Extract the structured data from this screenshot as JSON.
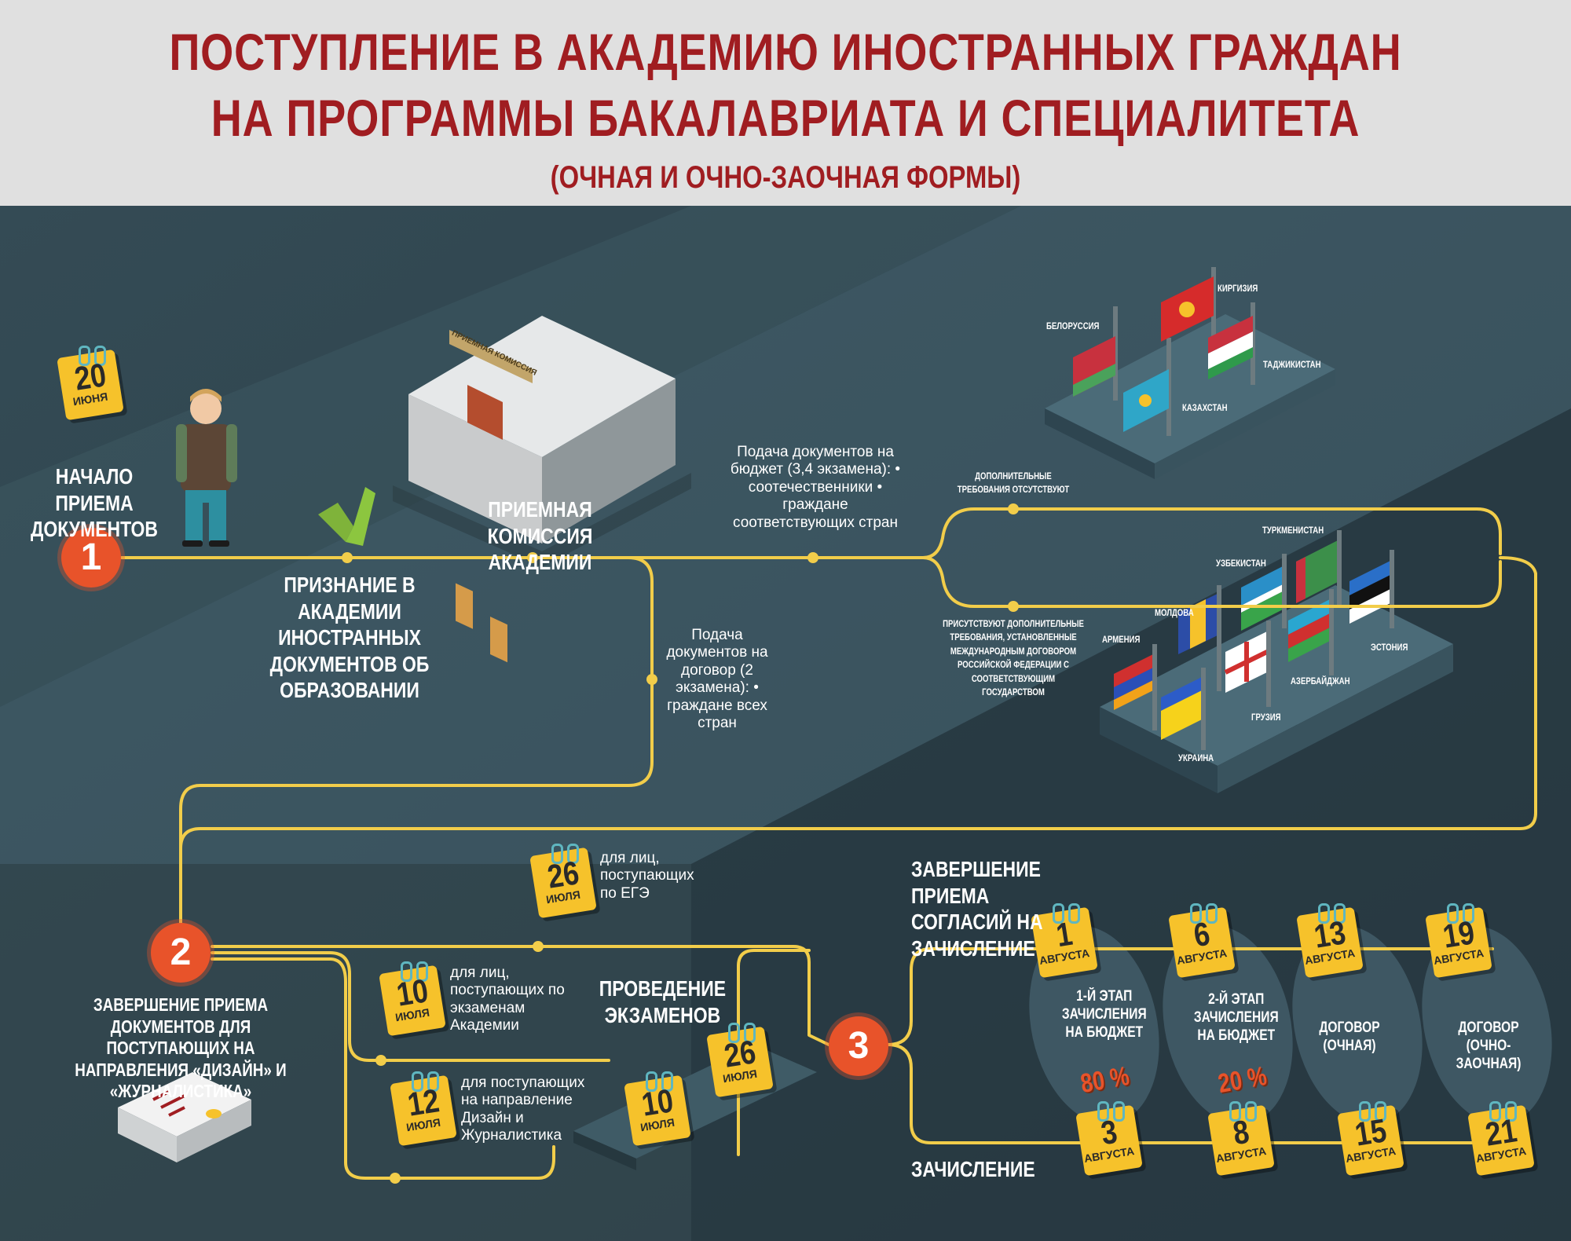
{
  "title": {
    "line1": "ПОСТУПЛЕНИЕ В АКАДЕМИЮ ИНОСТРАННЫХ ГРАЖДАН",
    "line2": "НА ПРОГРАММЫ БАКАЛАВРИАТА И СПЕЦИАЛИТЕТА",
    "line3": "(ОЧНАЯ И ОЧНО-ЗАОЧНАЯ ФОРМЫ)"
  },
  "colors": {
    "accent": "#a01d21",
    "path": "#f2cd4a",
    "step": "#e8532a",
    "calendar": "#f6c22b",
    "background": "#2f434d"
  },
  "steps": {
    "s1": "1",
    "s2": "2",
    "s3": "3"
  },
  "calendars": {
    "start": {
      "day": "20",
      "month": "ИЮНЯ"
    },
    "ege": {
      "day": "26",
      "month": "ИЮЛЯ"
    },
    "academy_exams": {
      "day": "10",
      "month": "ИЮЛЯ"
    },
    "design": {
      "day": "12",
      "month": "ИЮЛЯ"
    },
    "exams_start": {
      "day": "10",
      "month": "ИЮЛЯ"
    },
    "exams_end": {
      "day": "26",
      "month": "ИЮЛЯ"
    },
    "c_aug1": {
      "day": "1",
      "month": "АВГУСТА"
    },
    "c_aug6": {
      "day": "6",
      "month": "АВГУСТА"
    },
    "c_aug13": {
      "day": "13",
      "month": "АВГУСТА"
    },
    "c_aug19": {
      "day": "19",
      "month": "АВГУСТА"
    },
    "e_aug3": {
      "day": "3",
      "month": "АВГУСТА"
    },
    "e_aug8": {
      "day": "8",
      "month": "АВГУСТА"
    },
    "e_aug15": {
      "day": "15",
      "month": "АВГУСТА"
    },
    "e_aug21": {
      "day": "21",
      "month": "АВГУСТА"
    }
  },
  "labels": {
    "start": "НАЧАЛО ПРИЕМА ДОКУМЕНТОВ",
    "recognition": "ПРИЗНАНИЕ В АКАДЕМИИ ИНОСТРАННЫХ ДОКУМЕНТОВ ОБ ОБРАЗОВАНИИ",
    "commission": "ПРИЕМНАЯ КОМИССИЯ АКАДЕМИИ",
    "building_sign": "ПРИЕМНАЯ КОМИССИЯ",
    "budget": "Подача документов на бюджет (3,4 экзамена): • соотечественники • граждане соответствующих стран",
    "contract": "Подача документов на договор (2 экзамена): • граждане всех стран",
    "no_extra": "ДОПОЛНИТЕЛЬНЫЕ ТРЕБОВАНИЯ ОТСУТСТВУЮТ",
    "extra": "ПРИСУТСТВУЮТ ДОПОЛНИТЕЛЬНЫЕ ТРЕБОВАНИЯ, УСТАНОВЛЕННЫЕ МЕЖДУНАРОДНЫМ ДОГОВОРОМ РОССИЙСКОЙ ФЕДЕРАЦИИ С СООТВЕТСТВУЮЩИМ ГОСУДАРСТВОМ",
    "step2": "ЗАВЕРШЕНИЕ ПРИЕМА ДОКУМЕНТОВ ДЛЯ ПОСТУПАЮЩИХ НА НАПРАВЛЕНИЯ «ДИЗАЙН» И «ЖУРНАЛИСТИКА»",
    "ege": "для лиц, поступающих по ЕГЭ",
    "academy_exams": "для лиц, поступающих по экзаменам Академии",
    "design": "для поступающих на направление Дизайн и Журналистика",
    "exams": "ПРОВЕДЕНИЕ ЭКЗАМЕНОВ",
    "consent": "ЗАВЕРШЕНИЕ ПРИЕМА СОГЛАСИЙ НА ЗАЧИСЛЕНИЕ",
    "enroll": "ЗАЧИСЛЕНИЕ",
    "stage1": "1-Й ЭТАП ЗАЧИСЛЕНИЯ НА БЮДЖЕТ",
    "stage2": "2-Й ЭТАП ЗАЧИСЛЕНИЯ НА БЮДЖЕТ",
    "contract_full": "ДОГОВОР (ОЧНАЯ)",
    "contract_part": "ДОГОВОР (ОЧНО-ЗАОЧНАЯ)",
    "pct80": "80 %",
    "pct20": "20 %"
  },
  "countries_top": [
    "БЕЛОРУССИЯ",
    "КИРГИЗИЯ",
    "ТАДЖИКИСТАН",
    "КАЗАХСТАН"
  ],
  "countries_bottom": [
    "ТУРКМЕНИСТАН",
    "УЗБЕКИСТАН",
    "МОЛДОВА",
    "АРМЕНИЯ",
    "ЭСТОНИЯ",
    "АЗЕРБАЙДЖАН",
    "ГРУЗИЯ",
    "УКРАИНА"
  ]
}
